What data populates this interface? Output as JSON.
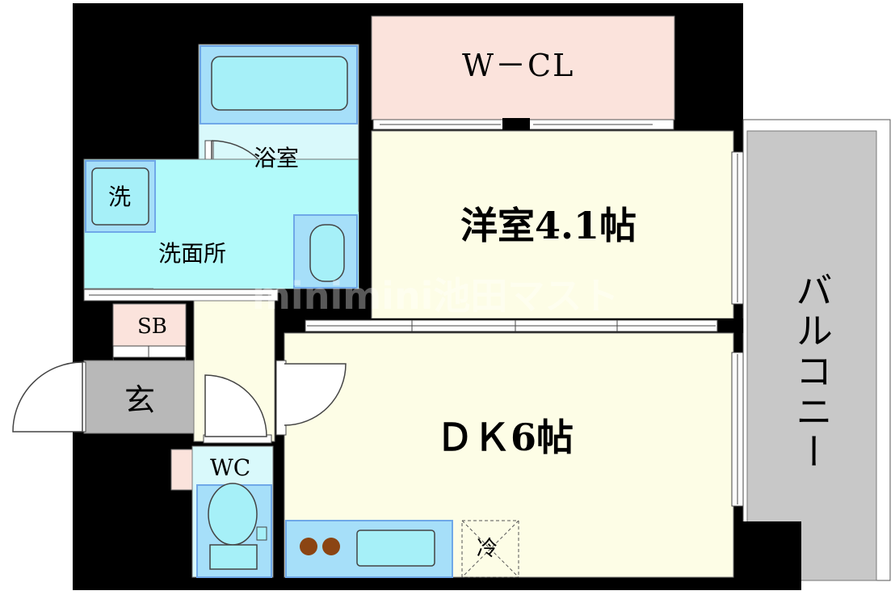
{
  "rooms": {
    "wcl": "W－CL",
    "bath": "浴室",
    "washer": "洗",
    "washroom": "洗面所",
    "western": "洋室4.1帖",
    "sb": "SB",
    "genkan": "玄",
    "wc": "WC",
    "dk": "ＤＫ6帖",
    "fridge": "冷",
    "balcony": "バルコニー"
  },
  "watermark": "minimini池田マスト",
  "colors": {
    "wall": "#000000",
    "closet": "#fbe3dc",
    "bath_room": "#d9f9fb",
    "washroom": "#b2fafa",
    "fixture": "#a6dff9",
    "fixture_frame": "#6fa8e8",
    "living": "#fdfde6",
    "entrance": "#b8b8b8",
    "balcony": "#c8c8c8",
    "burner": "#8b4513"
  }
}
